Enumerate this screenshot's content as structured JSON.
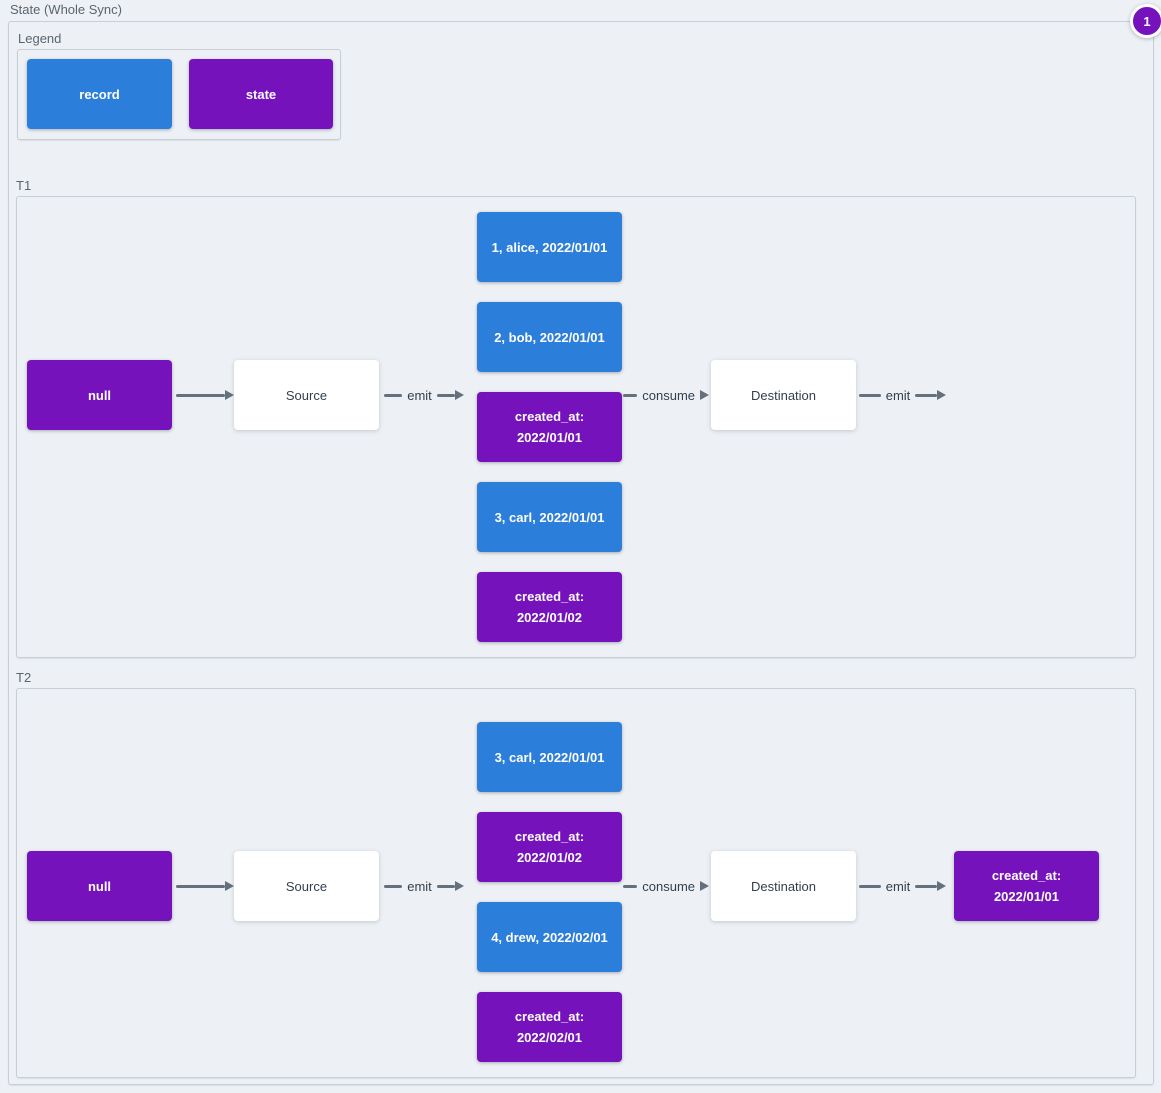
{
  "title": "State (Whole Sync)",
  "badge": "1",
  "colors": {
    "bg": "#edf1f5",
    "container-border": "#c7ced6",
    "label": "#5a6570",
    "record": "#2b7ed9",
    "state": "#7512bc",
    "arrow": "#64707e",
    "text-dark": "#333f4c"
  },
  "legend": {
    "label": "Legend",
    "record": "record",
    "state": "state"
  },
  "t1": {
    "label": "T1",
    "state_in": "null",
    "source": "Source",
    "emit1": "emit",
    "stack": [
      {
        "type": "record",
        "text": "1, alice, 2022/01/01"
      },
      {
        "type": "record",
        "text": "2, bob, 2022/01/01"
      },
      {
        "type": "state",
        "text": "created_at:\n2022/01/01"
      },
      {
        "type": "record",
        "text": "3, carl, 2022/01/01"
      },
      {
        "type": "state",
        "text": "created_at:\n2022/01/02"
      }
    ],
    "consume": "consume",
    "destination": "Destination",
    "emit2": "emit"
  },
  "t2": {
    "label": "T2",
    "state_in": "null",
    "source": "Source",
    "emit1": "emit",
    "stack": [
      {
        "type": "record",
        "text": "3, carl, 2022/01/01"
      },
      {
        "type": "state",
        "text": "created_at:\n2022/01/02"
      },
      {
        "type": "record",
        "text": "4, drew, 2022/02/01"
      },
      {
        "type": "state",
        "text": "created_at:\n2022/02/01"
      }
    ],
    "consume": "consume",
    "destination": "Destination",
    "emit2": "emit",
    "state_out": "created_at:\n2022/01/01"
  }
}
